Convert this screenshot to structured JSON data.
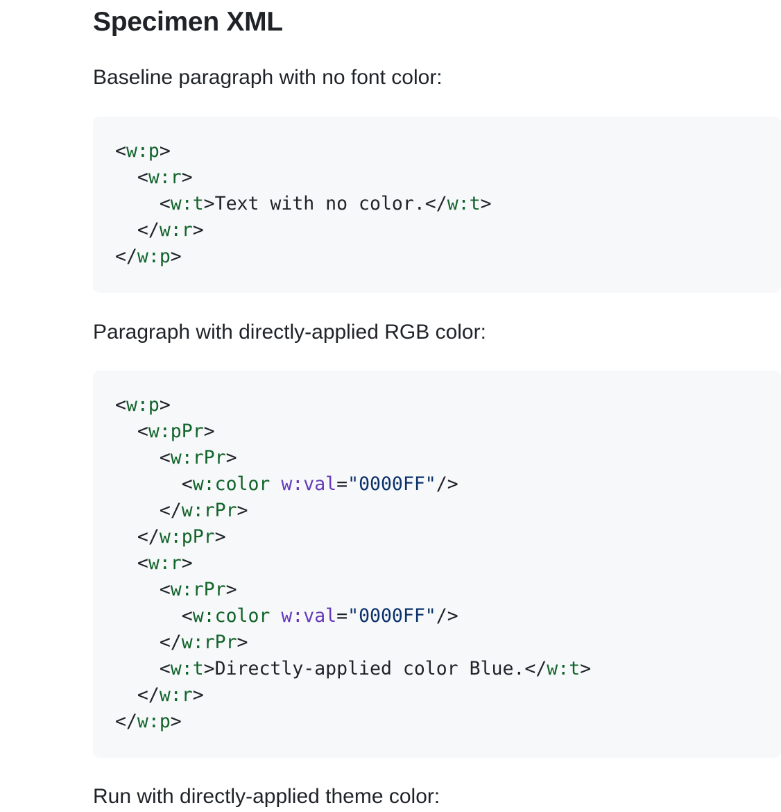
{
  "heading": "Specimen XML",
  "paragraphs": {
    "p1": "Baseline paragraph with no font color:",
    "p2": "Paragraph with directly-applied RGB color:",
    "p3": "Run with directly-applied theme color:"
  },
  "code1": {
    "l1": {
      "open": "<",
      "tag": "w:p",
      "close": ">"
    },
    "l2": {
      "indent": "  ",
      "open": "<",
      "tag": "w:r",
      "close": ">"
    },
    "l3": {
      "indent": "    ",
      "open": "<",
      "tag": "w:t",
      "close": ">",
      "text": "Text with no color.",
      "open2": "</",
      "tag2": "w:t",
      "close2": ">"
    },
    "l4": {
      "indent": "  ",
      "open": "</",
      "tag": "w:r",
      "close": ">"
    },
    "l5": {
      "open": "</",
      "tag": "w:p",
      "close": ">"
    }
  },
  "code2": {
    "l1": {
      "open": "<",
      "tag": "w:p",
      "close": ">"
    },
    "l2": {
      "indent": "  ",
      "open": "<",
      "tag": "w:pPr",
      "close": ">"
    },
    "l3": {
      "indent": "    ",
      "open": "<",
      "tag": "w:rPr",
      "close": ">"
    },
    "l4": {
      "indent": "      ",
      "open": "<",
      "tag": "w:color",
      "space": " ",
      "attr": "w:val",
      "eq": "=",
      "str": "\"0000FF\"",
      "close": "/>"
    },
    "l5": {
      "indent": "    ",
      "open": "</",
      "tag": "w:rPr",
      "close": ">"
    },
    "l6": {
      "indent": "  ",
      "open": "</",
      "tag": "w:pPr",
      "close": ">"
    },
    "l7": {
      "indent": "  ",
      "open": "<",
      "tag": "w:r",
      "close": ">"
    },
    "l8": {
      "indent": "    ",
      "open": "<",
      "tag": "w:rPr",
      "close": ">"
    },
    "l9": {
      "indent": "      ",
      "open": "<",
      "tag": "w:color",
      "space": " ",
      "attr": "w:val",
      "eq": "=",
      "str": "\"0000FF\"",
      "close": "/>"
    },
    "l10": {
      "indent": "    ",
      "open": "</",
      "tag": "w:rPr",
      "close": ">"
    },
    "l11": {
      "indent": "    ",
      "open": "<",
      "tag": "w:t",
      "close": ">",
      "text": "Directly-applied color Blue.",
      "open2": "</",
      "tag2": "w:t",
      "close2": ">"
    },
    "l12": {
      "indent": "  ",
      "open": "</",
      "tag": "w:r",
      "close": ">"
    },
    "l13": {
      "open": "</",
      "tag": "w:p",
      "close": ">"
    }
  },
  "colors": {
    "tag": "#116329",
    "attr": "#6639ba",
    "string": "#0a3069",
    "code_bg": "#f6f8fa",
    "text": "#1f2328"
  }
}
